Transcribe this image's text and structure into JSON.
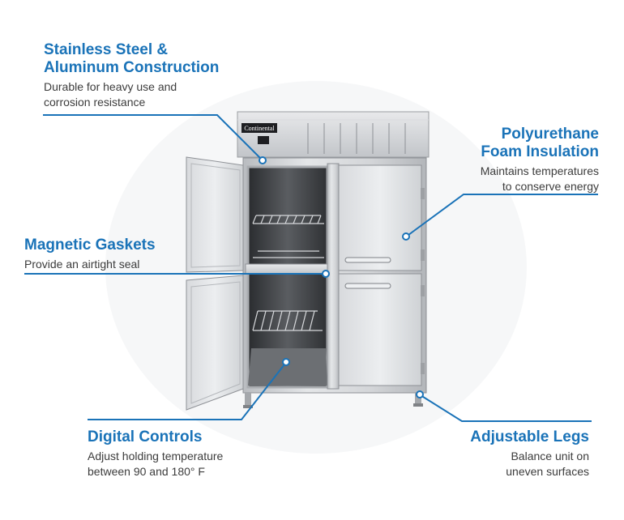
{
  "brand": {
    "logo_text": "Continental"
  },
  "callouts": {
    "stainless": {
      "title_line1": "Stainless Steel &",
      "title_line2": "Aluminum Construction",
      "desc_line1": "Durable for heavy use and",
      "desc_line2": "corrosion resistance"
    },
    "polyurethane": {
      "title_line1": "Polyurethane",
      "title_line2": "Foam Insulation",
      "desc_line1": "Maintains temperatures",
      "desc_line2": "to conserve energy"
    },
    "gaskets": {
      "title_line1": "Magnetic Gaskets",
      "desc_line1": "Provide an airtight seal"
    },
    "digital": {
      "title_line1": "Digital Controls",
      "desc_line1": "Adjust holding temperature",
      "desc_line2": "between 90 and 180° F"
    },
    "legs": {
      "title_line1": "Adjustable Legs",
      "desc_line1": "Balance unit on",
      "desc_line2": "uneven surfaces"
    }
  },
  "colors": {
    "accent": "#1a73b8",
    "text": "#3c3c3c",
    "steel": "#c9ccd0"
  }
}
